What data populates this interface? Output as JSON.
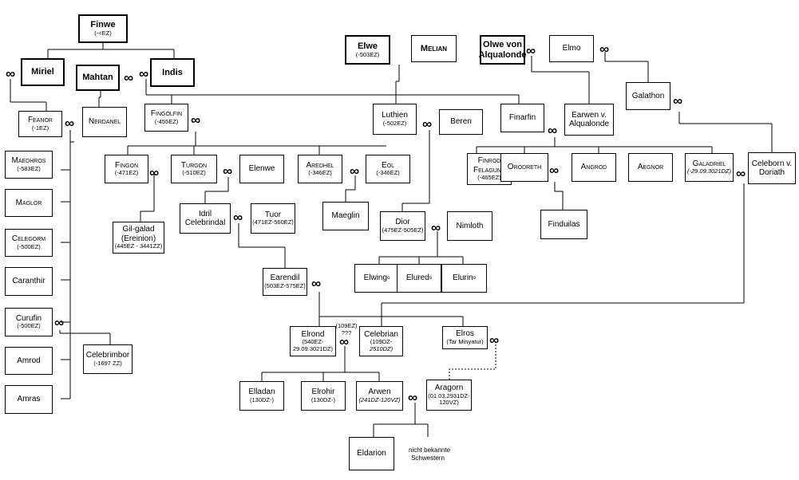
{
  "people": {
    "finwe": {
      "name": "Finwe",
      "sub": "(-<EZ)"
    },
    "miriel": {
      "name": "Miriel"
    },
    "mahtan": {
      "name": "Mahtan"
    },
    "indis": {
      "name": "Indis"
    },
    "feanor": {
      "name": "Feanor",
      "sub": "(-1EZ)"
    },
    "nerdanel": {
      "name": "Nerdanel"
    },
    "fingolfin": {
      "name": "Fingolfin",
      "sub": "(-455EZ)"
    },
    "maedhros": {
      "name": "Maedhros",
      "sub": "(-583EZ)"
    },
    "maglor": {
      "name": "Maglor"
    },
    "celegorm": {
      "name": "Celegorm",
      "sub": "(-500EZ)"
    },
    "caranthir": {
      "name": "Caranthir"
    },
    "curufin": {
      "name": "Curufin",
      "sub": "(-500EZ)"
    },
    "amrod": {
      "name": "Amrod"
    },
    "amras": {
      "name": "Amras"
    },
    "celebrimbor": {
      "name": "Celebrimbor",
      "sub": "(-1697 ZZ)"
    },
    "fingon": {
      "name": "Fingon",
      "sub": "(-471EZ)"
    },
    "turgon": {
      "name": "Turgon",
      "sub": "(-510EZ)"
    },
    "elenwe": {
      "name": "Elenwe"
    },
    "aredhel": {
      "name": "Aredhel",
      "sub": "(-346EZ)"
    },
    "eol": {
      "name": "Eol",
      "sub": "(-346EZ)"
    },
    "gilgalad": {
      "name": "Gil-galad",
      "name2": "(Ereinion)",
      "sub": "(445EZ - 3441ZZ)"
    },
    "idril": {
      "name": "Idril",
      "name2": "Celebrindal"
    },
    "tuor": {
      "name": "Tuor",
      "sub": "(471EZ-560EZ)"
    },
    "maeglin": {
      "name": "Maeglin"
    },
    "earendil": {
      "name": "Earendil",
      "sub": "(503EZ-575EZ)"
    },
    "elwe": {
      "name": "Elwe",
      "sub": "(-503EZ)"
    },
    "melian": {
      "name": "Melian"
    },
    "olwe": {
      "name": "Olwe von",
      "name2": "Alqualonde"
    },
    "elmo": {
      "name": "Elmo"
    },
    "galathon": {
      "name": "Galathon"
    },
    "luthien": {
      "name": "Luthien",
      "sub": "(-502EZ)"
    },
    "beren": {
      "name": "Beren"
    },
    "finarfin": {
      "name": "Finarfin"
    },
    "earwen": {
      "name": "Earwen v.",
      "name2": "Alqualonde"
    },
    "celeborn": {
      "name": "Celeborn v.",
      "name2": "Doriath"
    },
    "finrod": {
      "name": "Finrod",
      "name2": "Felagund",
      "sub": "(-465EZ)"
    },
    "orodreth": {
      "name": "Orodreth"
    },
    "angrod": {
      "name": "Angrod"
    },
    "aegnor": {
      "name": "Aegnor"
    },
    "galadriel": {
      "name": "Galadriel",
      "sub": "(-29.09.3021DZ)"
    },
    "finduilas": {
      "name": "Finduilas"
    },
    "dior": {
      "name": "Dior",
      "sub": "(475EZ-505EZ)"
    },
    "nimloth": {
      "name": "Nimloth"
    },
    "elwing": {
      "name": "Elwing"
    },
    "elured": {
      "name": "Elured"
    },
    "elurin": {
      "name": "Elurin"
    },
    "elrond": {
      "name": "Elrond",
      "sub": "(540EZ-",
      "sub2": "29.09.3021DZ)"
    },
    "celebrian": {
      "name": "Celebrian",
      "sub": "(109DZ-",
      "sub2": "2510DZ)"
    },
    "elros": {
      "name": "Elros",
      "sub": "(Tar Minyatur)"
    },
    "elladan": {
      "name": "Elladan",
      "sub": "(130DZ-)"
    },
    "elrohir": {
      "name": "Elrohir",
      "sub": "(130DZ-)"
    },
    "arwen": {
      "name": "Arwen",
      "sub": "(241DZ-120VZ)"
    },
    "aragorn": {
      "name": "Aragorn",
      "sub": "(01.03.2931DZ-",
      "sub2": "120VZ)"
    },
    "eldarion": {
      "name": "Eldarion"
    }
  },
  "marks": {
    "elwing_mark": "o",
    "elured_mark": "o",
    "elurin_mark": "o",
    "marriage_symbol": "∞",
    "marriage_date": "(109EZ)",
    "marriage_unknown": "???"
  },
  "notes": {
    "sisters_line1": "nicht bekannte",
    "sisters_line2": "Schwestern"
  }
}
